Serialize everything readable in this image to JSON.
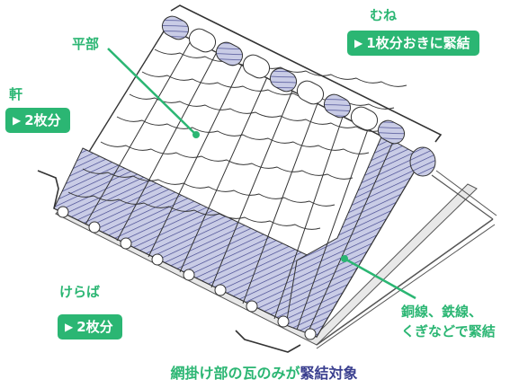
{
  "labels": {
    "mune": "むね",
    "mune_badge": "1枚分おきに緊結",
    "hirabu": "平部",
    "noki": "軒",
    "noki_badge": "2枚分",
    "kerabu": "けらば",
    "kerabu_badge": "2枚分",
    "wire_line1": "銅線、鉄線、",
    "wire_line2": "くぎなどで緊結"
  },
  "caption": {
    "prefix": "網掛け部の瓦のみが",
    "highlight": "緊結対象"
  },
  "colors": {
    "accent": "#2bb673",
    "hatched_tile": "#c9cce6",
    "hatch_line": "#3b3f8a",
    "outline": "#333333"
  }
}
